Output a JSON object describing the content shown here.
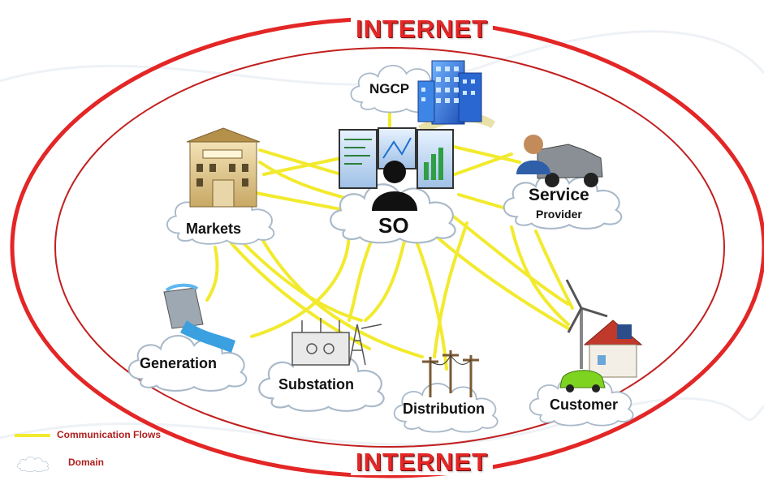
{
  "labels": {
    "internet_top": "INTERNET",
    "internet_bottom": "INTERNET"
  },
  "nodes": {
    "ngcp": "NGCP",
    "so": "SO",
    "markets": "Markets",
    "service": "Service",
    "provider": "Provider",
    "generation": "Generation",
    "substation": "Substation",
    "distribution": "Distribution",
    "customer": "Customer"
  },
  "legend": {
    "flows": "Communication Flows",
    "domain": "Domain"
  },
  "colors": {
    "internet": "#e32626",
    "flow": "#f2ea2e",
    "cloud_fill": "#ffffff",
    "cloud_stroke": "#a9b9c9"
  }
}
